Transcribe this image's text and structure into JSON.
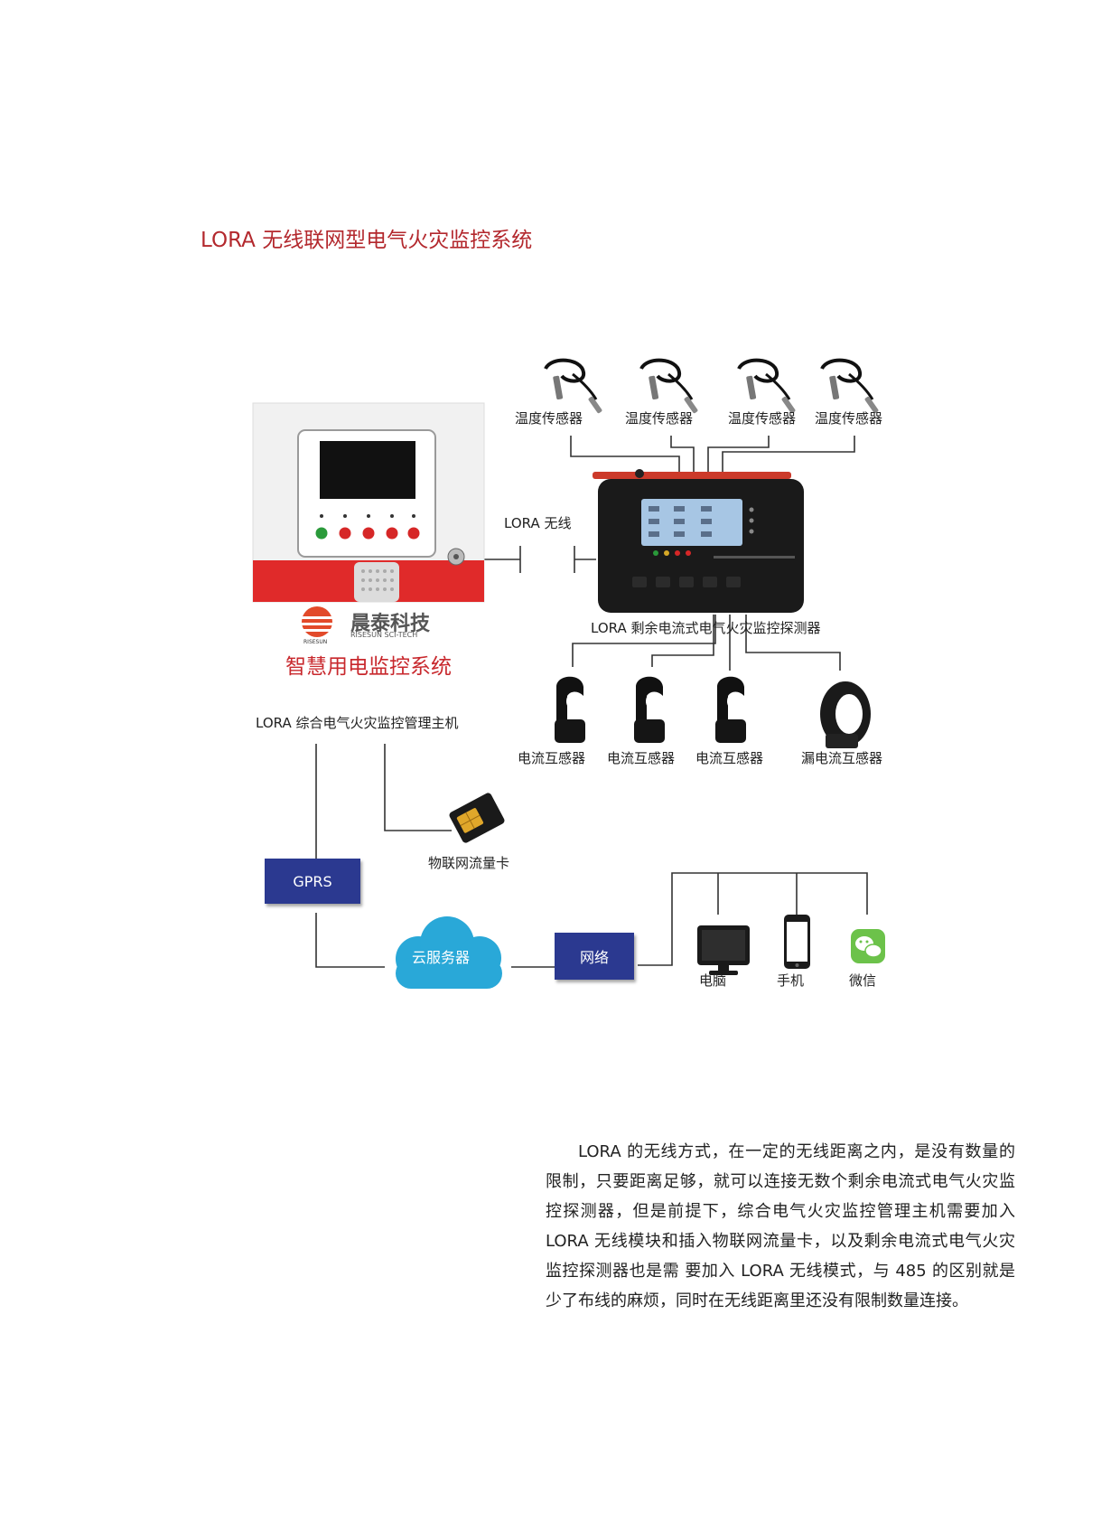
{
  "title": "LORA 无线联网型电气火灾监控系统",
  "temperature_sensors": [
    "温度传感器",
    "温度传感器",
    "温度传感器",
    "温度传感器"
  ],
  "lora_wireless_label": "LORA 无线",
  "detector_label": "LORA 剩余电流式电气火灾监控探测器",
  "host": {
    "brand_cn": "晨泰科技",
    "brand_en": "RISESUN SCI-TECH",
    "brand_logo_text": "RISESUN",
    "system_name": "智慧用电监控系统",
    "label": "LORA 综合电气火灾监控管理主机"
  },
  "current_transformers": [
    "电流互感器",
    "电流互感器",
    "电流互感器",
    "漏电流互感器"
  ],
  "sim_card_label": "物联网流量卡",
  "gprs_label": "GPRS",
  "cloud_label": "云服务器",
  "network_label": "网络",
  "terminals": [
    "电脑",
    "手机",
    "微信"
  ],
  "paragraph": "LORA 的无线方式，在一定的无线距离之内，是没有数量的限制，只要距离足够，就可以连接无数个剩余电流式电气火灾监控探测器，但是前提下，综合电气火灾监控管理主机需要加入 LORA 无线模块和插入物联网流量卡，以及剩余电流式电气火灾监控探测器也是需 要加入 LORA 无线模式，与 485 的区别就是少了布线的麻烦，同时在无线距离里还没有限制数量连接。",
  "colors": {
    "title_red": "#b3282d",
    "box_blue": "#2b3990",
    "cloud_blue": "#29a8d8",
    "panel_red": "#e02a2a",
    "wechat_green": "#6cc24a"
  }
}
